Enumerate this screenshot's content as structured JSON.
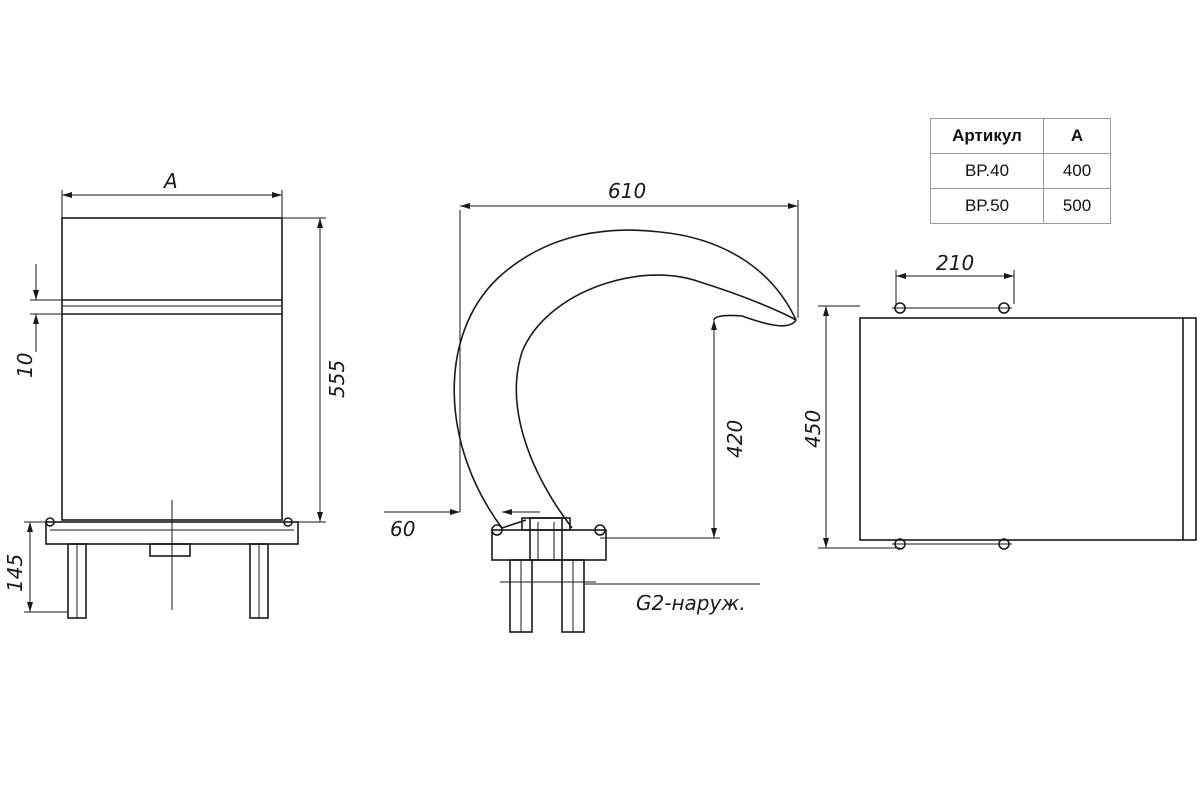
{
  "spec_table": {
    "headers": [
      "Артикул",
      "A"
    ],
    "rows": [
      [
        "BP.40",
        "400"
      ],
      [
        "BP.50",
        "500"
      ]
    ]
  },
  "dimensions": {
    "width_a": "A",
    "height_total": "555",
    "slot": "10",
    "base": "145",
    "overall_length": "610",
    "outlet_height": "420",
    "offset": "60",
    "thread": "G2-наруж.",
    "mount_spacing": "210",
    "plate_height": "450"
  }
}
